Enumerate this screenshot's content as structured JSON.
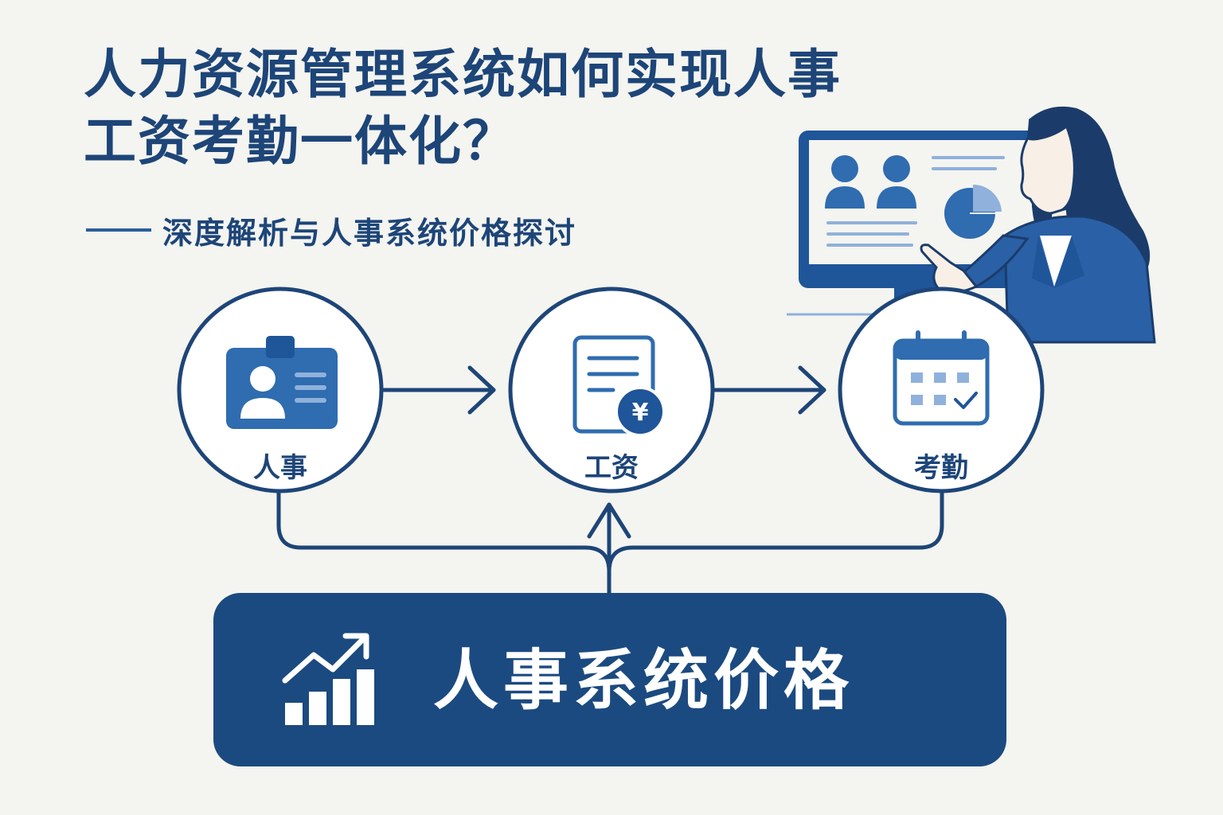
{
  "title_line1": "人力资源管理系统如何实现人事",
  "title_line2": "工资考勤一体化？",
  "subtitle": "深度解析与人事系统价格探讨",
  "nodes": [
    {
      "label": "人事",
      "icon": "id-card-icon"
    },
    {
      "label": "工资",
      "icon": "document-yen-icon"
    },
    {
      "label": "考勤",
      "icon": "calendar-check-icon"
    }
  ],
  "price_label": "人事系统价格",
  "price_icon": "bar-chart-trend-icon",
  "illustration": "woman-presenting-dashboard",
  "colors": {
    "primary": "#1d4578",
    "accent": "#2f6cb0",
    "light": "#8fb1dc",
    "background": "#f4f4f0"
  }
}
